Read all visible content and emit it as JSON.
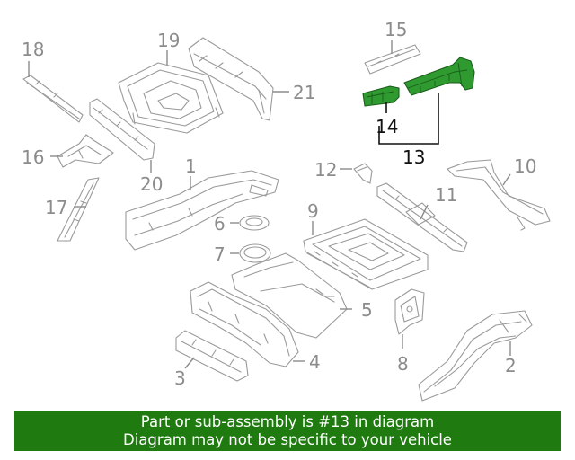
{
  "highlight_color": "#2f9a2f",
  "banner_color": "#1f7a10",
  "callouts": {
    "c1": "1",
    "c2": "2",
    "c3": "3",
    "c4": "4",
    "c5": "5",
    "c6": "6",
    "c7": "7",
    "c8": "8",
    "c9": "9",
    "c10": "10",
    "c11": "11",
    "c12": "12",
    "c13": "13",
    "c14": "14",
    "c15": "15",
    "c16": "16",
    "c17": "17",
    "c18": "18",
    "c19": "19",
    "c20": "20",
    "c21": "21"
  },
  "banner": {
    "line1": "Part or sub-assembly is #13 in diagram",
    "line2": "Diagram may not be specific to your vehicle"
  }
}
